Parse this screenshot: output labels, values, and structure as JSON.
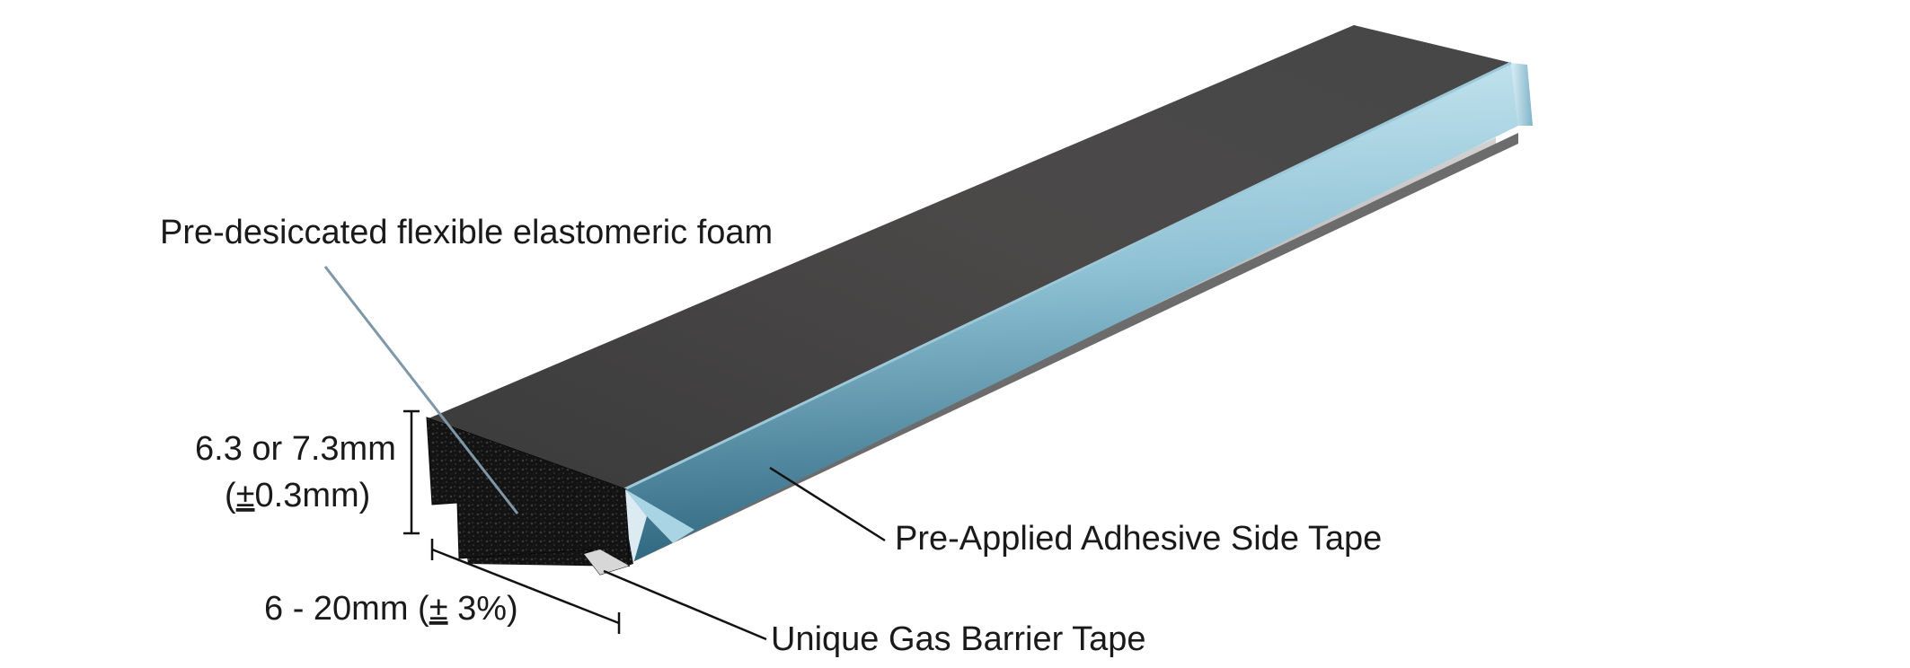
{
  "labels": {
    "foam": "Pre-desiccated flexible elastomeric foam",
    "height_line1": "6.3 or 7.3mm",
    "height_line2_open": "(",
    "height_line2_pm": "±",
    "height_line2_rest": "0.3mm)",
    "width_prefix": "6 - 20mm (",
    "width_pm": "±",
    "width_suffix": " 3%)",
    "adhesive": "Pre-Applied Adhesive Side Tape",
    "barrier": "Unique Gas Barrier Tape"
  },
  "colors": {
    "top_face_light": "#3f3f3f",
    "top_face_dark": "#505050",
    "foam_section": "#141414",
    "side_tape_light": "#b8dce8",
    "side_tape_dark": "#2a6178",
    "barrier_tape": "#b8b8b8",
    "leader_foam": "#7f97a8",
    "leader_line": "#111111"
  }
}
